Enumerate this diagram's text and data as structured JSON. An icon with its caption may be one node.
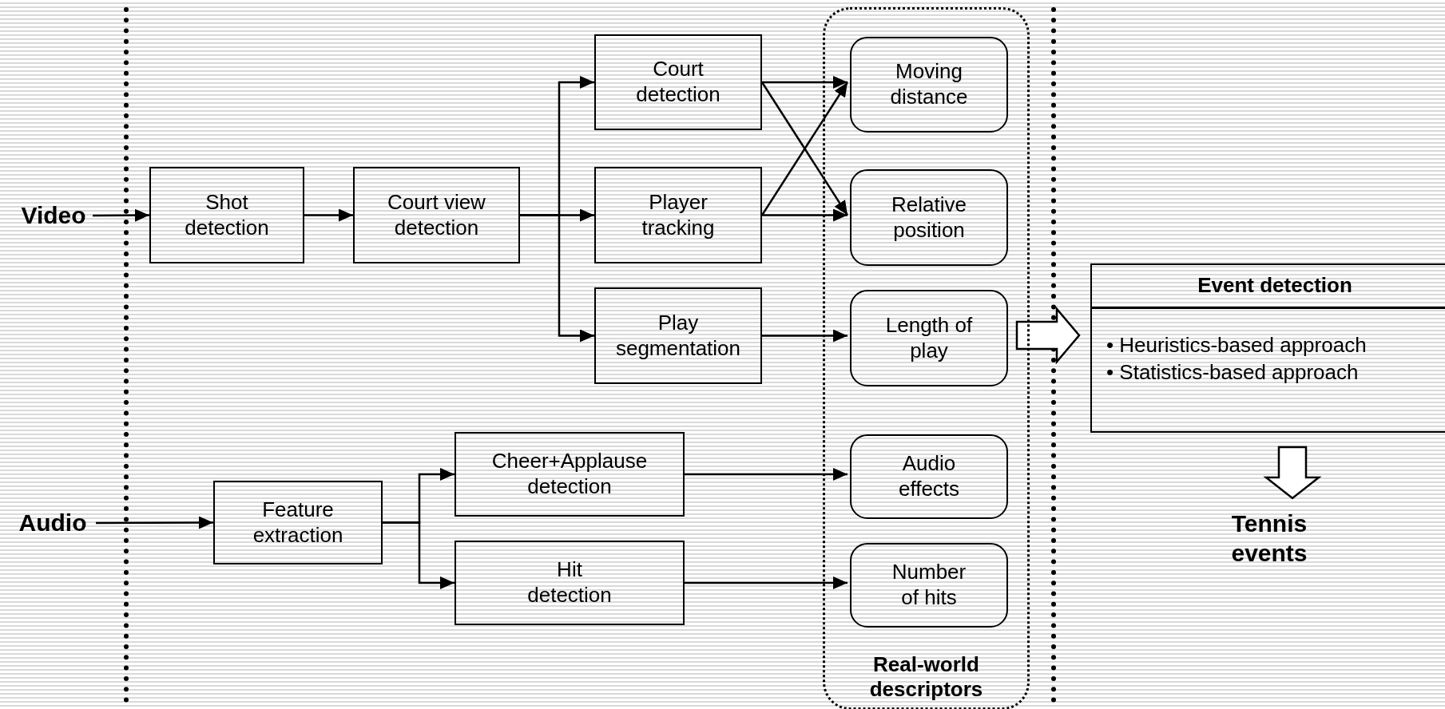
{
  "diagram": {
    "nodes": [
      {
        "text": [
          "Video"
        ]
      },
      {
        "text": [
          "Shot detection"
        ]
      },
      {
        "text": [
          "Court view detection"
        ]
      },
      {
        "text": [
          "Court detection"
        ]
      },
      {
        "text": [
          "Player tracking"
        ]
      },
      {
        "text": [
          "Play segmentation"
        ]
      },
      {
        "text": [
          "Audio"
        ]
      },
      {
        "text": [
          "Feature extraction"
        ]
      },
      {
        "text": [
          "Cheer+Applause detection"
        ]
      },
      {
        "text": [
          "Hit detection"
        ]
      },
      {
        "text": [
          "Real-world descriptors"
        ]
      },
      {
        "text": [
          "Moving distance"
        ],
        "in": 10
      },
      {
        "text": [
          "Relative position"
        ],
        "in": 10
      },
      {
        "text": [
          "Length of play"
        ],
        "in": 10
      },
      {
        "text": [
          "Audio effects"
        ],
        "in": 10
      },
      {
        "text": [
          "Number of hits"
        ],
        "in": 10
      },
      {
        "text": [
          "Event detection",
          "• Heuristics-based approach",
          "• Statistics-based approach"
        ]
      },
      {
        "text": [
          "Tennis events"
        ]
      }
    ],
    "edges": [
      {
        "from": 0,
        "to": 1,
        "arrow": "to"
      },
      {
        "from": 1,
        "to": 2,
        "arrow": "to"
      },
      {
        "from": 2,
        "to": 3,
        "arrow": "to"
      },
      {
        "from": 2,
        "to": 4,
        "arrow": "to"
      },
      {
        "from": 2,
        "to": 5,
        "arrow": "to"
      },
      {
        "from": 3,
        "to": 11,
        "arrow": "to"
      },
      {
        "from": 3,
        "to": 12,
        "arrow": "to"
      },
      {
        "from": 4,
        "to": 11,
        "arrow": "to"
      },
      {
        "from": 4,
        "to": 12,
        "arrow": "to"
      },
      {
        "from": 5,
        "to": 13,
        "arrow": "to"
      },
      {
        "from": 6,
        "to": 7,
        "arrow": "to"
      },
      {
        "from": 7,
        "to": 8,
        "arrow": "to"
      },
      {
        "from": 7,
        "to": 9,
        "arrow": "to"
      },
      {
        "from": 8,
        "to": 14,
        "arrow": "to"
      },
      {
        "from": 9,
        "to": 15,
        "arrow": "to"
      },
      {
        "from": 10,
        "to": 16,
        "arrow": "to",
        "style": "thick"
      },
      {
        "from": 16,
        "to": 17,
        "arrow": "to",
        "style": "thick"
      }
    ]
  }
}
